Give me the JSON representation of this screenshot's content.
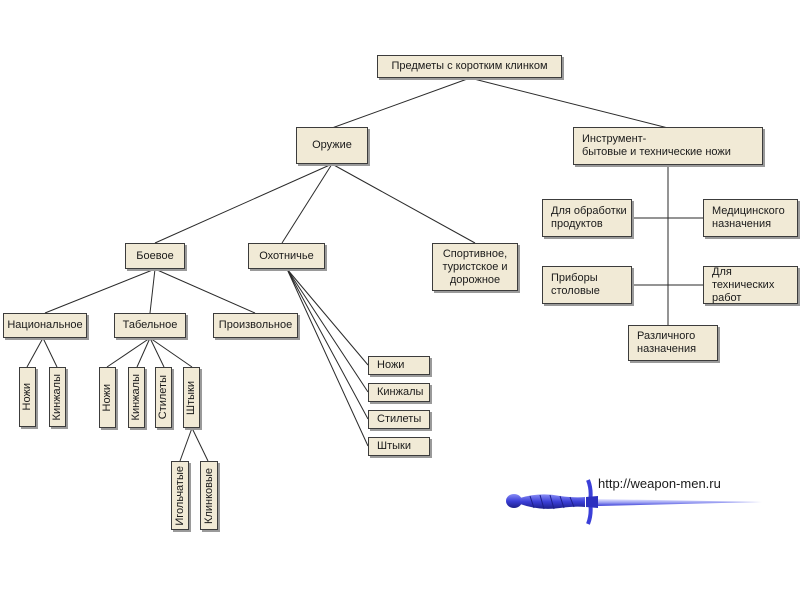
{
  "diagram": {
    "root": "Предметы с коротким клинком",
    "weapons": {
      "label": "Оружие",
      "combat": {
        "label": "Боевое",
        "national": {
          "label": "Национальное",
          "items": [
            "Ножи",
            "Кинжалы"
          ]
        },
        "standard": {
          "label": "Табельное",
          "items": [
            "Ножи",
            "Кинжалы",
            "Стилеты",
            "Штыки"
          ],
          "bayonets": [
            "Игольчатые",
            "Клинковые"
          ]
        },
        "arbitrary": "Произвольное"
      },
      "hunting": {
        "label": "Охотничье",
        "items": [
          "Ножи",
          "Кинжалы",
          "Стилеты",
          "Штыки"
        ]
      },
      "sport": "Спортивное,\nтуристское и\nдорожное"
    },
    "tools": {
      "label": "Инструмент-\nбытовые и технические ножи",
      "items": {
        "food": "Для обработки\nпродуктов",
        "medical": "Медицинского\nназначения",
        "table": "Приборы\nстоловые",
        "technical": "Для технических\nработ",
        "various": "Различного\nназначения"
      }
    }
  },
  "watermark": {
    "url": "http://weapon-men.ru"
  },
  "colors": {
    "box_fill": "#f1ead6",
    "border": "#3c3c3c",
    "line": "#2a2a2a",
    "sword_blue": "#3b3fd8"
  }
}
